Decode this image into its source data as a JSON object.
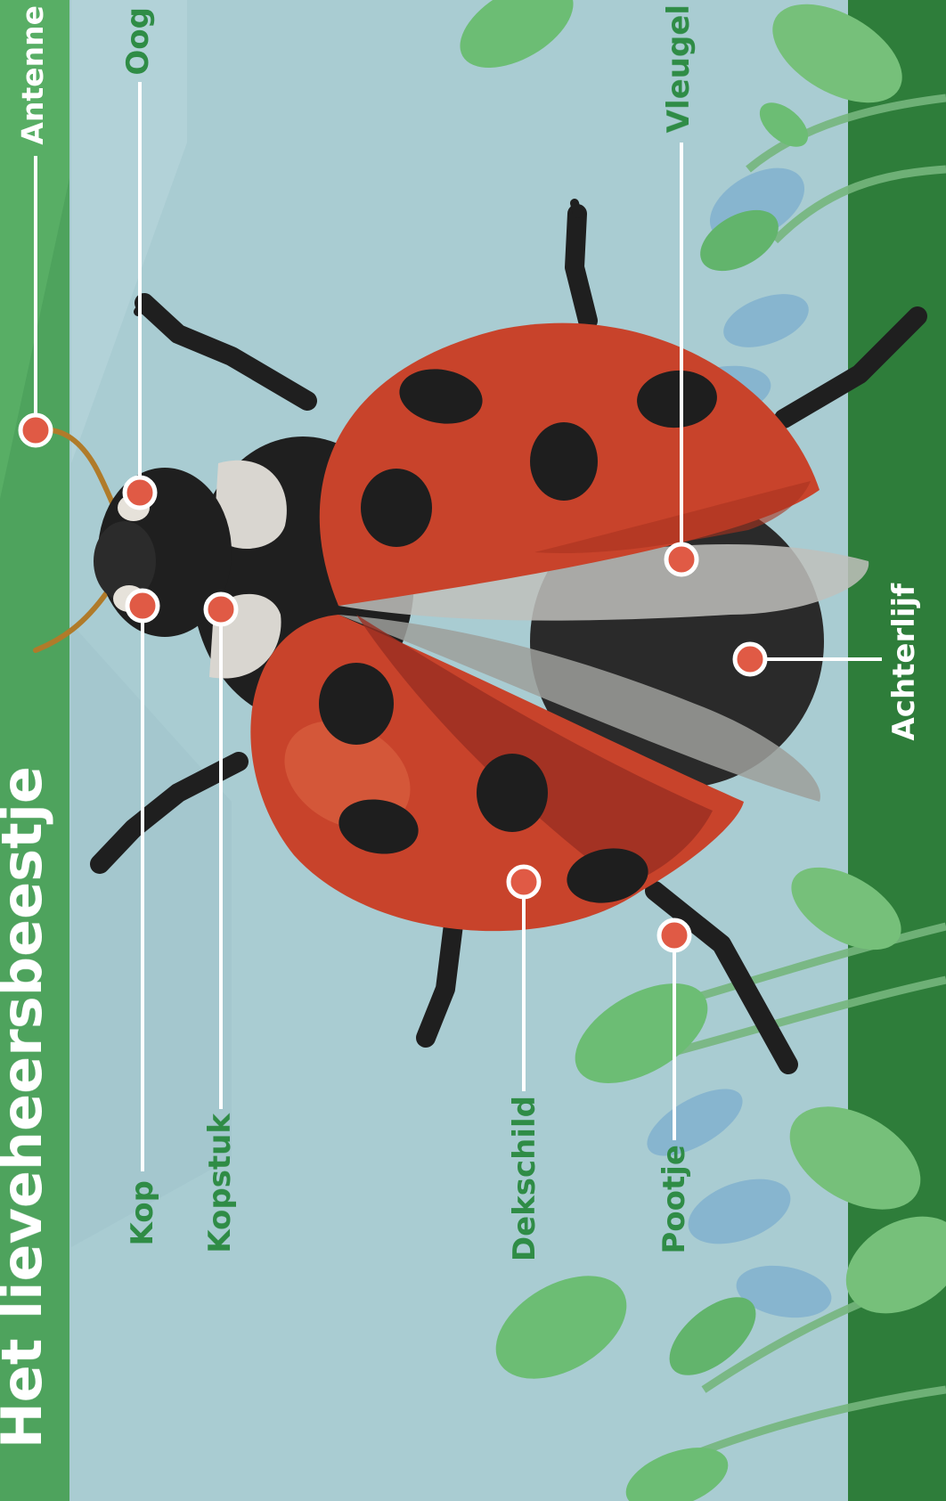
{
  "title": "Het lieveheersbeestje",
  "labels": {
    "antenne": "Antenne",
    "oog": "Oog",
    "vleugel": "Vleugel",
    "kop": "Kop",
    "kopstuk": "Kopstuk",
    "dekschild": "Dekschild",
    "pootje": "Pootje",
    "achterlijf": "Achterlijf"
  },
  "colors": {
    "sky": "#a9ccd2",
    "band_light": "#4ea35d",
    "band_dark": "#2e7d3a",
    "label_green": "#2f8c46",
    "marker_red": "#e05a45",
    "shell_red": "#c8432b",
    "spot": "#1e1e1e"
  }
}
